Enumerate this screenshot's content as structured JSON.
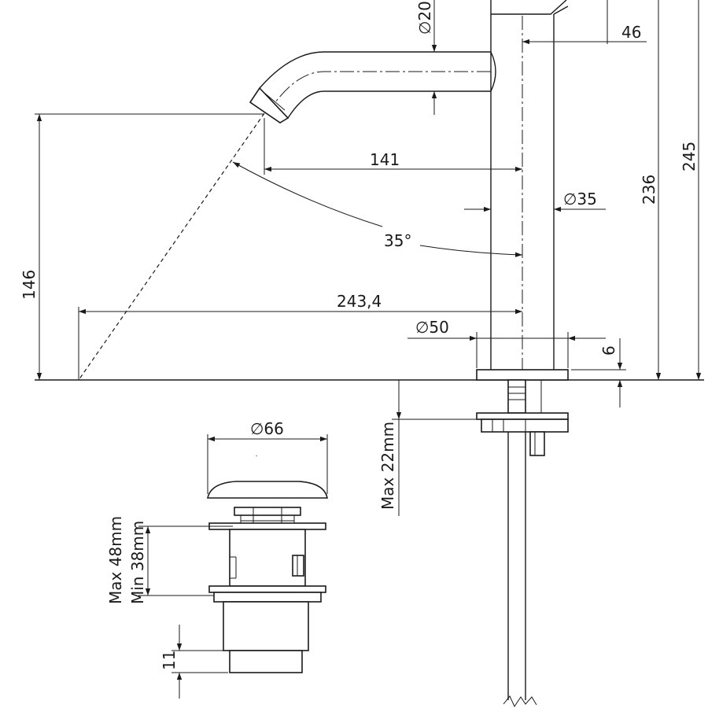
{
  "dimensions": {
    "spout_diameter": "20",
    "handle_offset": "46",
    "spout_reach": "141",
    "body_diameter": "35",
    "spray_angle": "35°",
    "total_reach": "243,4",
    "base_diameter": "50",
    "base_thickness": "6",
    "outlet_height": "146",
    "body_height": "236",
    "total_height": "245",
    "max_deck_thickness": "Max 22mm",
    "waste_diameter": "66",
    "waste_max": "Max 48mm",
    "waste_min": "Min 38mm",
    "waste_thread": "11"
  },
  "colors": {
    "line": "#1a1a1a",
    "background": "#ffffff"
  }
}
